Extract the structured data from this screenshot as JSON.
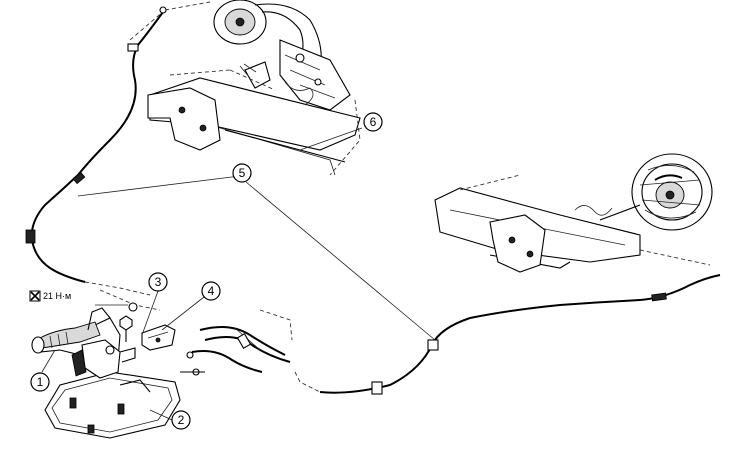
{
  "callouts": {
    "c1": "1",
    "c2": "2",
    "c3": "3",
    "c4": "4",
    "c5": "5",
    "c6": "6"
  },
  "torque": {
    "value": "21 Н·м",
    "icon": "torque-wrench-icon"
  }
}
